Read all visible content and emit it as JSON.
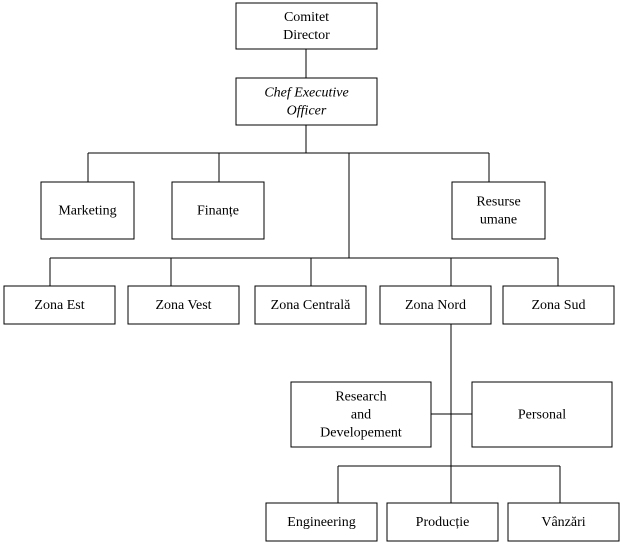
{
  "diagram": {
    "type": "org-chart",
    "colors": {
      "line": "#000000",
      "box_fill": "#ffffff",
      "text": "#000000"
    },
    "nodes": {
      "board": {
        "lines": [
          "Comitet",
          "Director"
        ]
      },
      "ceo": {
        "lines": [
          "Chef Executive",
          "Officer"
        ],
        "italic": true
      },
      "marketing": {
        "lines": [
          "Marketing"
        ]
      },
      "finante": {
        "lines": [
          "Finanțe"
        ]
      },
      "hr": {
        "lines": [
          "Resurse",
          "umane"
        ]
      },
      "zona_est": {
        "lines": [
          "Zona Est"
        ]
      },
      "zona_vest": {
        "lines": [
          "Zona Vest"
        ]
      },
      "zona_centrala": {
        "lines": [
          "Zona Centrală"
        ]
      },
      "zona_nord": {
        "lines": [
          "Zona Nord"
        ]
      },
      "zona_sud": {
        "lines": [
          "Zona Sud"
        ]
      },
      "rnd": {
        "lines": [
          "Research",
          "and",
          "Developement"
        ]
      },
      "personal": {
        "lines": [
          "Personal"
        ]
      },
      "engineering": {
        "lines": [
          "Engineering"
        ]
      },
      "productie": {
        "lines": [
          "Producție"
        ]
      },
      "vanzari": {
        "lines": [
          "Vânzări"
        ]
      }
    },
    "edges": [
      [
        "board",
        "ceo"
      ],
      [
        "ceo",
        "marketing"
      ],
      [
        "ceo",
        "finante"
      ],
      [
        "ceo",
        "hr"
      ],
      [
        "ceo",
        "zona_est"
      ],
      [
        "ceo",
        "zona_vest"
      ],
      [
        "ceo",
        "zona_centrala"
      ],
      [
        "ceo",
        "zona_nord"
      ],
      [
        "ceo",
        "zona_sud"
      ],
      [
        "zona_nord",
        "rnd"
      ],
      [
        "zona_nord",
        "personal"
      ],
      [
        "zona_nord",
        "engineering"
      ],
      [
        "zona_nord",
        "productie"
      ],
      [
        "zona_nord",
        "vanzari"
      ]
    ]
  }
}
